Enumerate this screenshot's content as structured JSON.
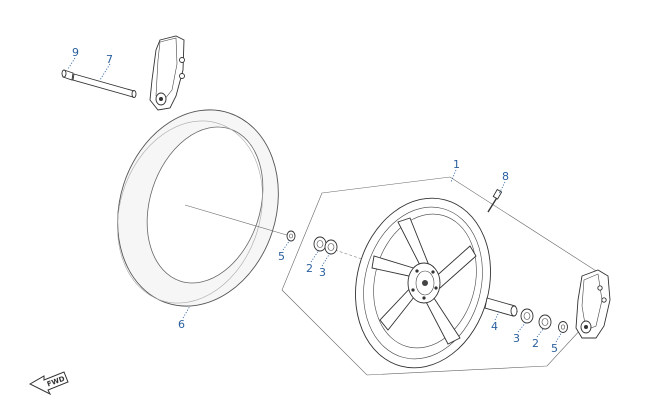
{
  "diagram": {
    "callouts": [
      {
        "id": "c9",
        "text": "9"
      },
      {
        "id": "c7",
        "text": "7"
      },
      {
        "id": "c1",
        "text": "1"
      },
      {
        "id": "c8",
        "text": "8"
      },
      {
        "id": "c5a",
        "text": "5"
      },
      {
        "id": "c2a",
        "text": "2"
      },
      {
        "id": "c3a",
        "text": "3"
      },
      {
        "id": "c6",
        "text": "6"
      },
      {
        "id": "c4",
        "text": "4"
      },
      {
        "id": "c3b",
        "text": "3"
      },
      {
        "id": "c2b",
        "text": "2"
      },
      {
        "id": "c5b",
        "text": "5"
      }
    ],
    "fwd_label": "FWD",
    "colors": {
      "callout": "#2a5f9e",
      "line": "#333333"
    }
  }
}
